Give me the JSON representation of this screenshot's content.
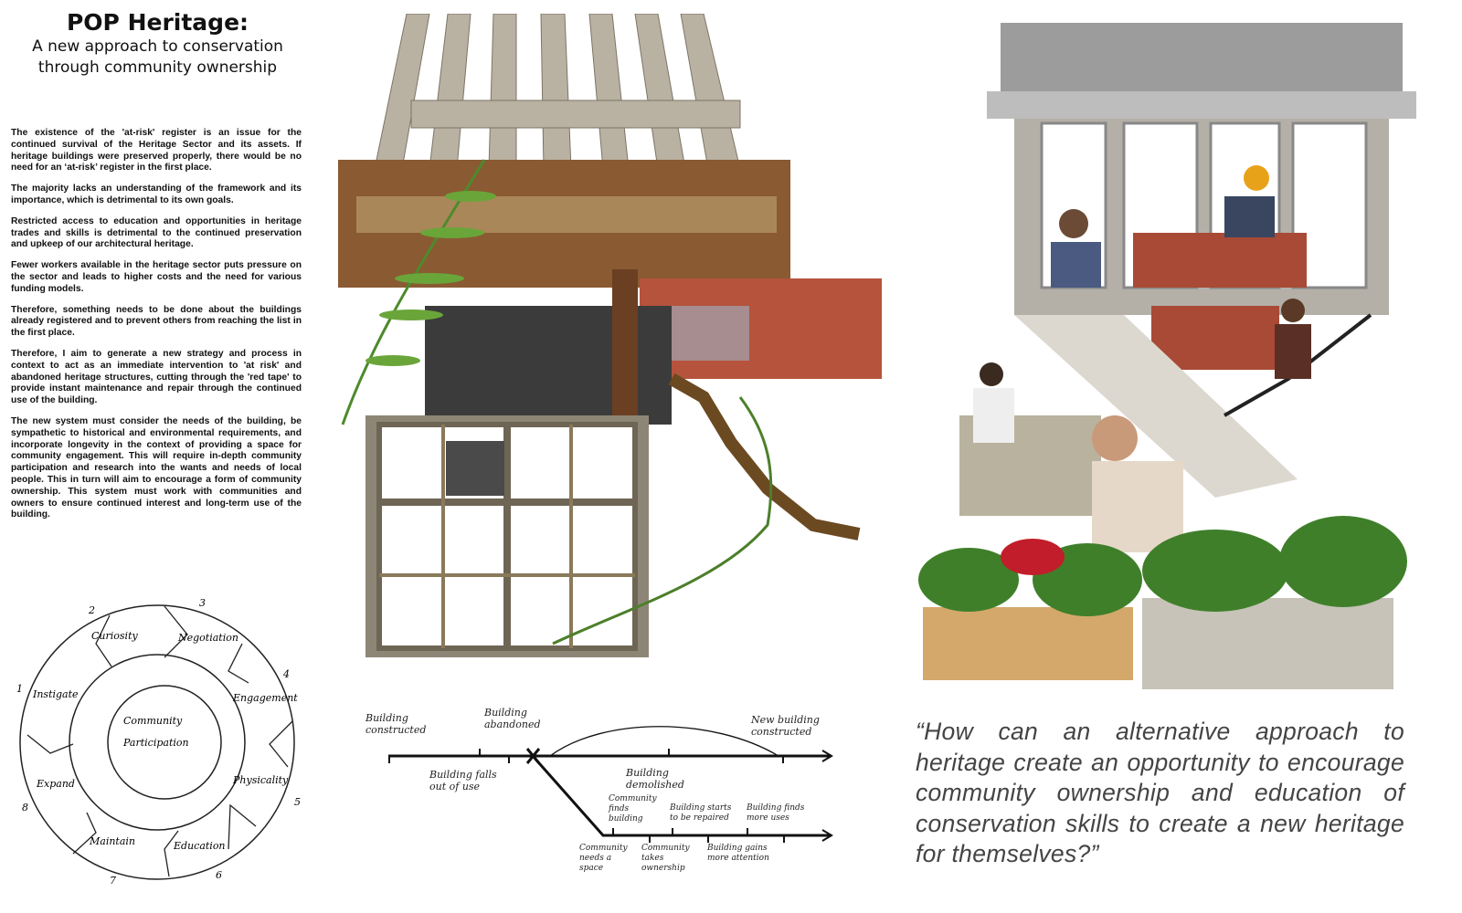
{
  "header": {
    "title": "POP Heritage:",
    "subtitle_line1": "A new approach to conservation",
    "subtitle_line2": "through community ownership"
  },
  "body_paragraphs": [
    "The existence of the 'at-risk' register is an issue for the continued survival of the Heritage Sector and its assets. If heritage buildings were preserved properly, there would be no need for an ‘at-risk’ register in the first place.",
    "The majority lacks an understanding of the framework and its importance, which is detrimental to its own goals.",
    "Restricted access to education and opportunities in heritage trades and skills is detrimental to the continued preservation and upkeep of our architectural heritage.",
    "Fewer workers available in the heritage sector puts pressure on the sector and leads to higher costs and the need for various funding models.",
    "Therefore, something needs to be done about the buildings already registered and to prevent others from reaching the list in the first place.",
    "Therefore, I aim to generate a new strategy and process in context to act as an immediate intervention to 'at risk' and abandoned heritage structures, cutting through the 'red tape' to provide instant maintenance and repair through the continued use of the building.",
    "The new system must consider the needs of the building, be sympathetic to historical and environmental requirements, and incorporate longevity in the context of providing a space for community engagement. This will require in-depth community participation and research into the wants and needs of local people. This in turn will aim to encourage a form of community ownership. This system must work with communities and owners to ensure continued interest and long-term use of the building."
  ],
  "cycle_diagram": {
    "center_line1": "Community",
    "center_line2": "Participation",
    "steps": [
      {
        "num": "1",
        "label": "Instigate"
      },
      {
        "num": "2",
        "label": "Curiosity"
      },
      {
        "num": "3",
        "label": "Negotiation"
      },
      {
        "num": "4",
        "label": "Engagement"
      },
      {
        "num": "5",
        "label": "Physicality"
      },
      {
        "num": "6",
        "label": "Education"
      },
      {
        "num": "7",
        "label": "Maintain"
      },
      {
        "num": "8",
        "label": "Expand"
      }
    ]
  },
  "timeline": {
    "building_constructed": "Building constructed",
    "falls_out_of_use": "Building falls out of use",
    "abandoned": "Building abandoned",
    "demolished": "Building demolished",
    "new_building": "New building constructed",
    "community_needs_space": "Community needs a space",
    "community_finds": "Community finds building",
    "community_takes": "Community takes ownership",
    "starts_repaired": "Building starts to be repaired",
    "gains_attention": "Building gains more attention",
    "finds_uses": "Building finds more uses"
  },
  "quote": "“How can an alternative approach to heritage create an opportunity to encourage community ownership and education of conservation skills to create a new heritage for themselves?”"
}
